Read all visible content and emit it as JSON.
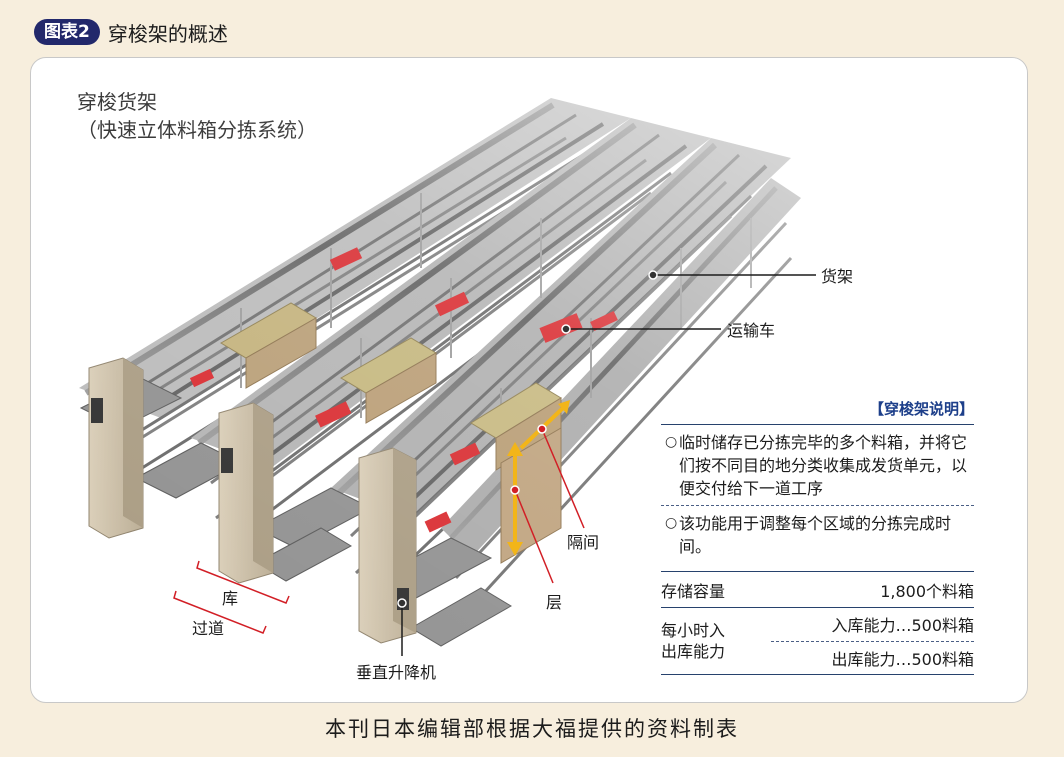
{
  "figure": {
    "badge": "图表2",
    "title": "穿梭架的概述"
  },
  "diagram": {
    "title_line1": "穿梭货架",
    "title_line2": "（快速立体料箱分拣系统）",
    "labels": {
      "rack": "货架",
      "shuttle": "运输车",
      "bay": "隔间",
      "level": "层",
      "lane": "库",
      "aisle": "过道",
      "lift": "垂直升降机"
    }
  },
  "info": {
    "heading": "【穿梭架说明】",
    "bullets": [
      "临时储存已分拣完毕的多个料箱，并将它们按不同目的地分类收集成发货单元，以便交付给下一道工序",
      "该功能用于调整每个区域的分拣完成时间。"
    ],
    "capacity_label": "存储容量",
    "capacity_value": "1,800个料箱",
    "hourly_label_1": "每小时入",
    "hourly_label_2": "出库能力",
    "inbound": "入库能力…500料箱",
    "outbound": "出库能力…500料箱"
  },
  "caption": "本刊日本编辑部根据大福提供的资料制表",
  "colors": {
    "badge_bg": "#22286b",
    "heading": "#1d3f8a",
    "shuttle_red": "#d8262b",
    "arrow_yellow": "#f2b519",
    "callout_red": "#d21f26"
  }
}
